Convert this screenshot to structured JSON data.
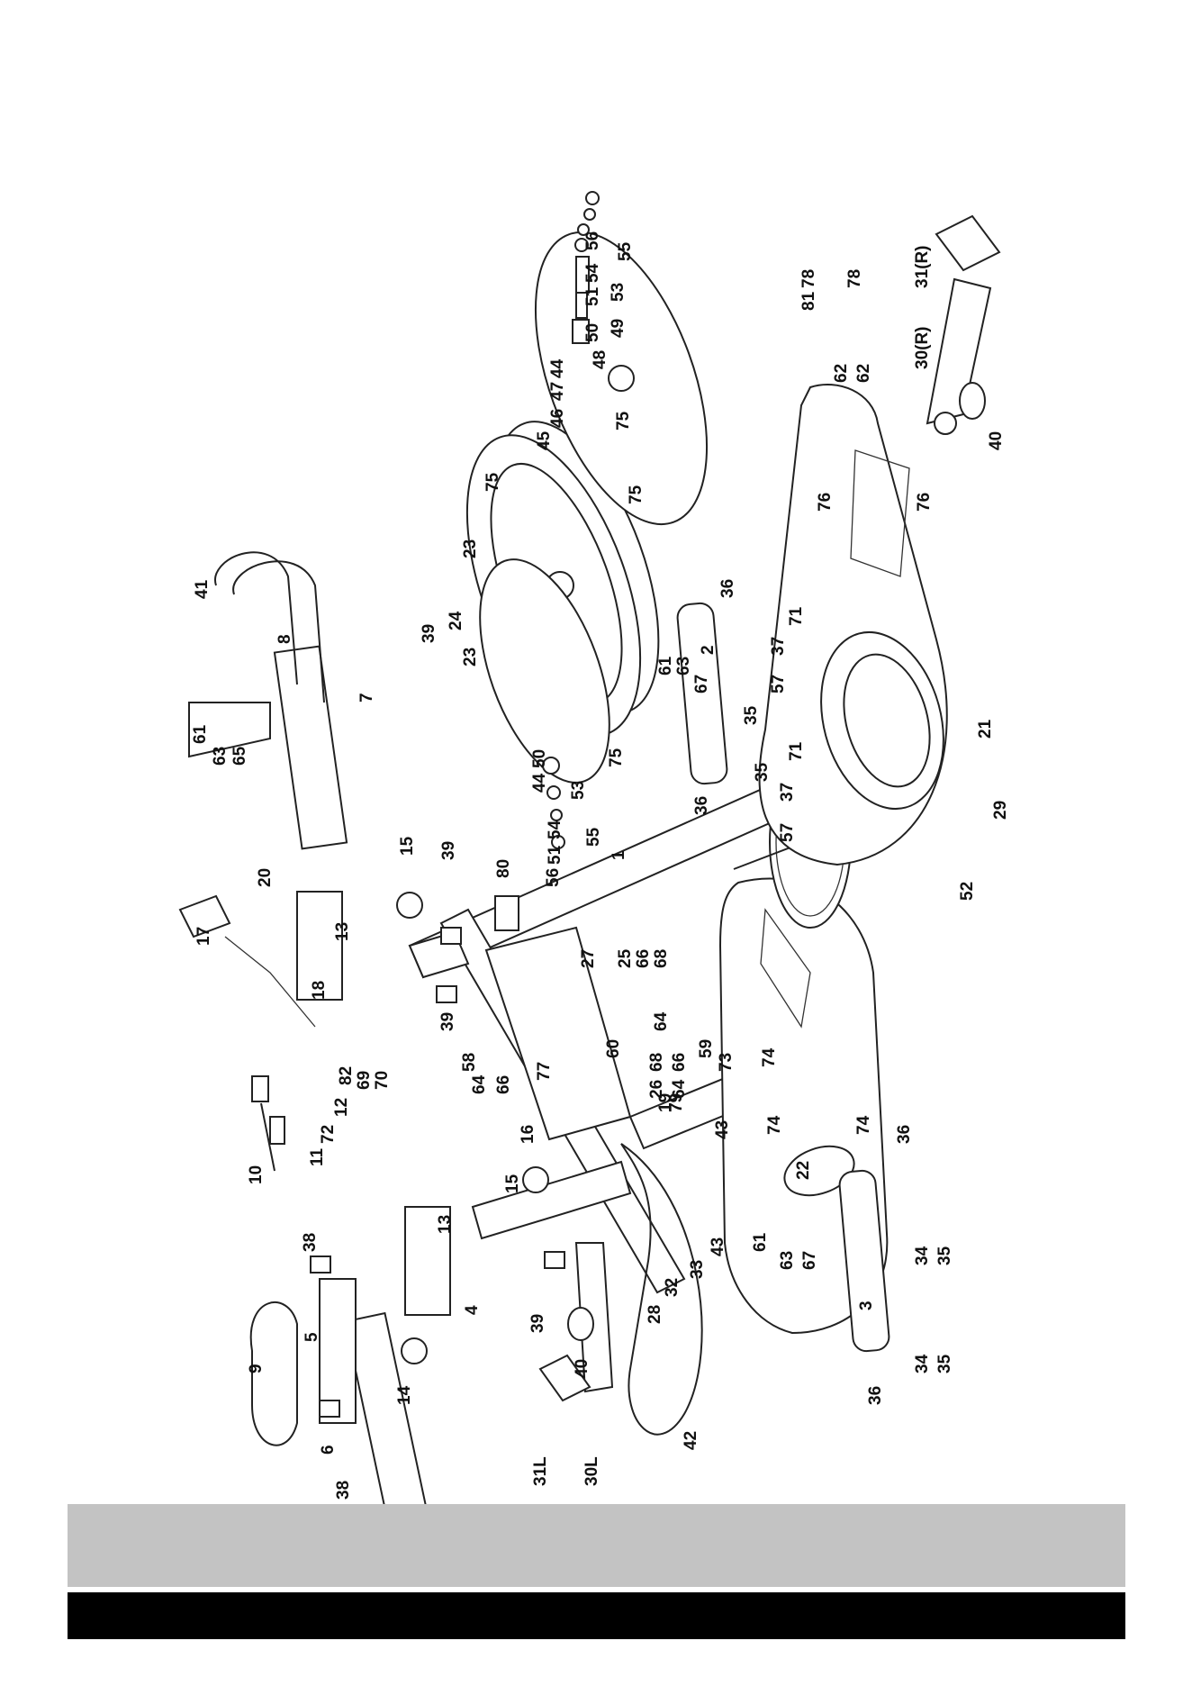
{
  "diagram": {
    "type": "exploded-parts-view",
    "callouts": [
      "1",
      "2",
      "3",
      "4",
      "5",
      "6",
      "7",
      "8",
      "9",
      "10",
      "11",
      "12",
      "13",
      "14",
      "15",
      "16",
      "17",
      "18",
      "19",
      "20",
      "21",
      "22",
      "23",
      "24",
      "25",
      "26",
      "27",
      "28",
      "29",
      "30L",
      "30(R)",
      "31L",
      "31(R)",
      "32",
      "33",
      "34",
      "35",
      "36",
      "37",
      "38",
      "39",
      "40",
      "41",
      "42",
      "43",
      "44",
      "45",
      "46",
      "47",
      "48",
      "49",
      "50",
      "51",
      "52",
      "53",
      "54",
      "55",
      "56",
      "57",
      "58",
      "59",
      "60",
      "61",
      "62",
      "63",
      "64",
      "65",
      "66",
      "67",
      "68",
      "69",
      "70",
      "71",
      "72",
      "73",
      "74",
      "75",
      "76",
      "77",
      "78",
      "79",
      "80",
      "81",
      "82"
    ]
  },
  "colors": {
    "line": "#222222",
    "footer_gray": "#c3c3c3",
    "footer_black": "#000000"
  }
}
